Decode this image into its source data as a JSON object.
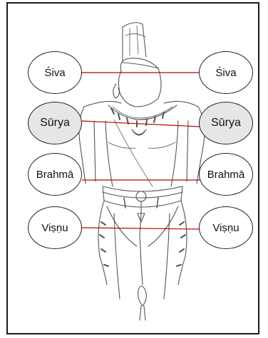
{
  "colors": {
    "connector_line": "#c00000",
    "highlight_fill": "#e6e6e6",
    "outline": "#222222"
  },
  "labels": {
    "left": [
      "Śiva",
      "Sūrya",
      "Brahmā",
      "Viṣṇu"
    ],
    "right": [
      "Śiva",
      "Sūrya",
      "Brahmā",
      "Viṣṇu"
    ]
  },
  "highlighted_row": "Sūrya"
}
